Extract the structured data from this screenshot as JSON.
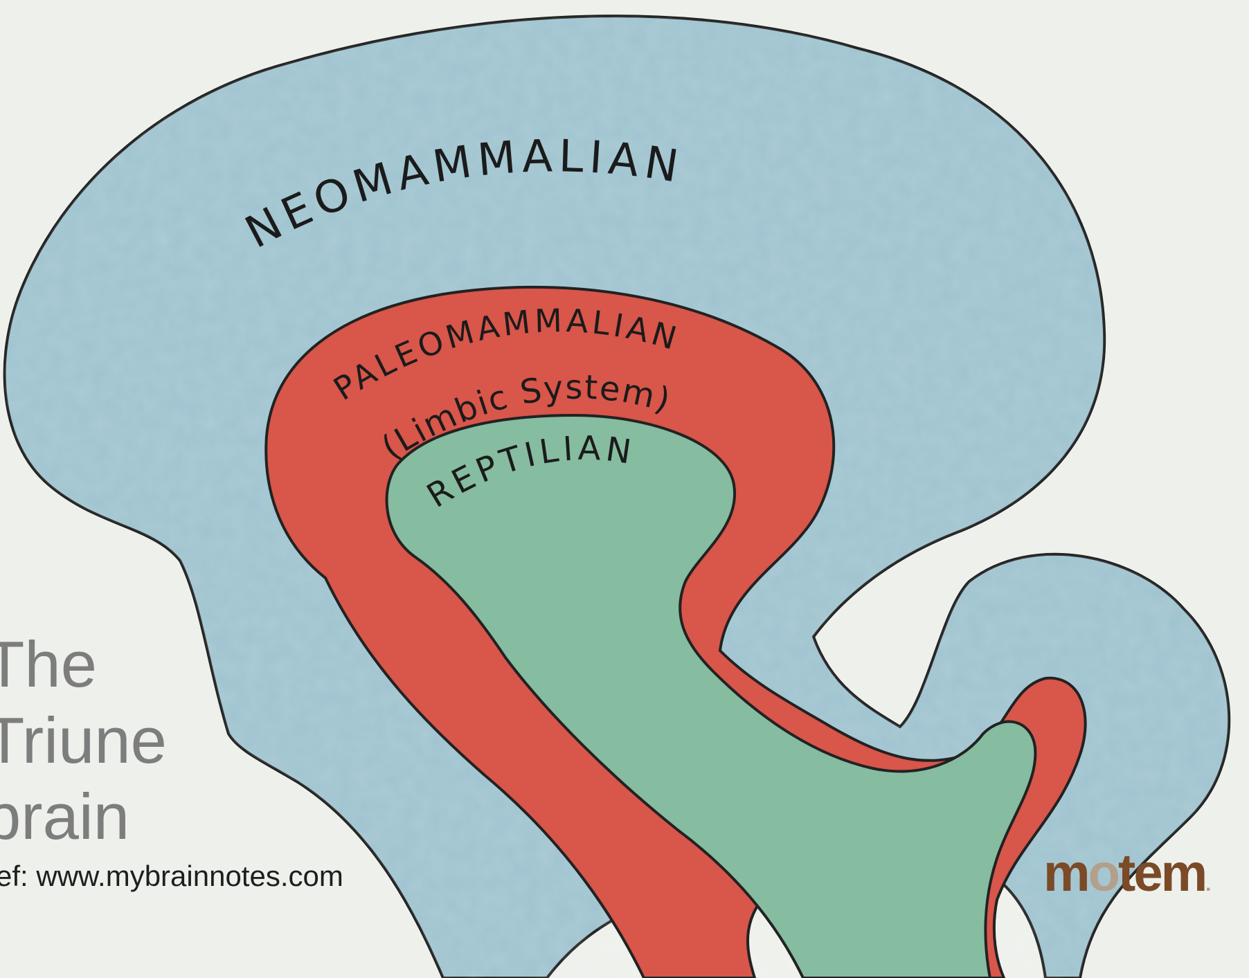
{
  "diagram": {
    "regions": [
      {
        "id": "neomammalian",
        "label": "NEOMAMMALIAN",
        "color": "#9ec3cf"
      },
      {
        "id": "paleomammalian",
        "label": "PALEOMAMMALIAN",
        "sublabel": "(Limbic System)",
        "color": "#d8564a"
      },
      {
        "id": "reptilian",
        "label": "REPTILIAN",
        "color": "#86bca0"
      }
    ],
    "outline_color": "#222222"
  },
  "title": {
    "lines": [
      "The",
      "Triune",
      "brain"
    ]
  },
  "reference": "ef: www.mybrainnotes.com",
  "logo": {
    "text_m": "m",
    "text_o": "o",
    "text_rest": "tem",
    "dot": ".",
    "brand_color": "#7b4a26",
    "accent_color": "#b3a08c"
  }
}
